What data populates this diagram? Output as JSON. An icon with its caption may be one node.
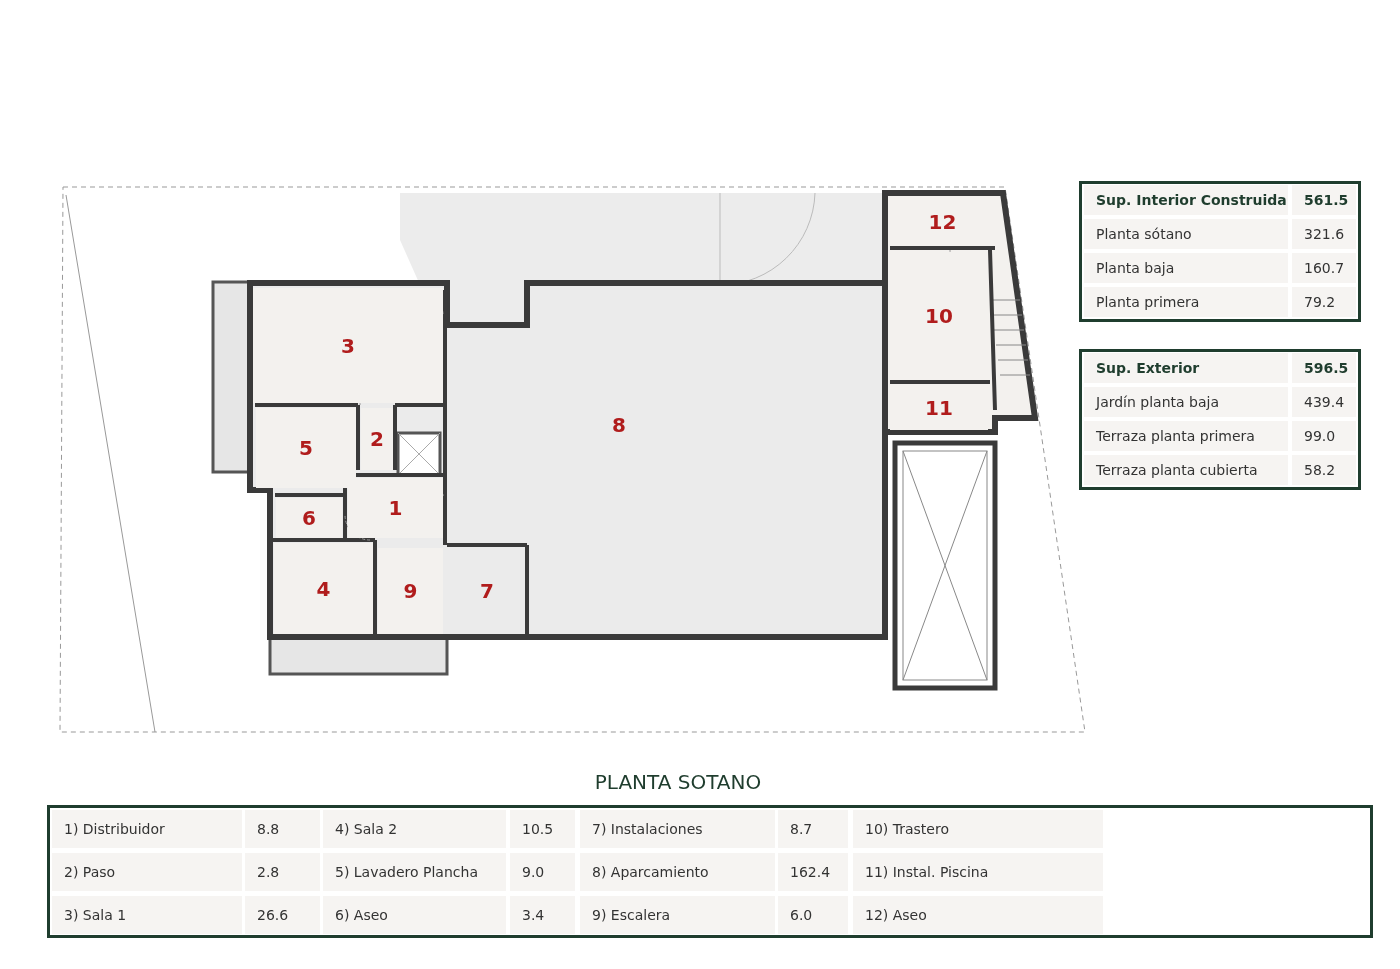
{
  "diagram": {
    "title": "PLANTA SOTANO",
    "nodes": [
      {
        "text": [
          "12"
        ]
      },
      {
        "text": [
          "3"
        ]
      },
      {
        "text": [
          "10"
        ]
      },
      {
        "text": [
          "2"
        ]
      },
      {
        "text": [
          "11"
        ]
      },
      {
        "text": [
          "8"
        ]
      },
      {
        "text": [
          "5"
        ]
      },
      {
        "text": [
          "1"
        ]
      },
      {
        "text": [
          "6"
        ]
      },
      {
        "text": [
          "4"
        ]
      },
      {
        "text": [
          "9"
        ]
      },
      {
        "text": [
          "7"
        ]
      }
    ],
    "edges": [],
    "labels": [
      "Sup. Interior Construida",
      "561.5",
      "Planta sótano",
      "321.6",
      "Planta baja",
      "160.7",
      "Planta primera",
      "79.2",
      "Sup. Exterior",
      "596.5",
      "Jardín planta baja",
      "439.4",
      "Terraza planta primera",
      "99.0",
      "Terraza planta cubierta",
      "58.2",
      "1) Distribuidor",
      "8.8",
      "4) Sala 2",
      "10.5",
      "7) Instalaciones",
      "8.7",
      "10) Trastero",
      "2) Paso",
      "2.8",
      "5) Lavadero Plancha",
      "9.0",
      "8) Aparcamiento",
      "162.4",
      "11) Instal. Piscina",
      "3) Sala 1",
      "26.6",
      "6) Aseo",
      "3.4",
      "9) Escalera",
      "6.0",
      "12) Aseo"
    ]
  }
}
